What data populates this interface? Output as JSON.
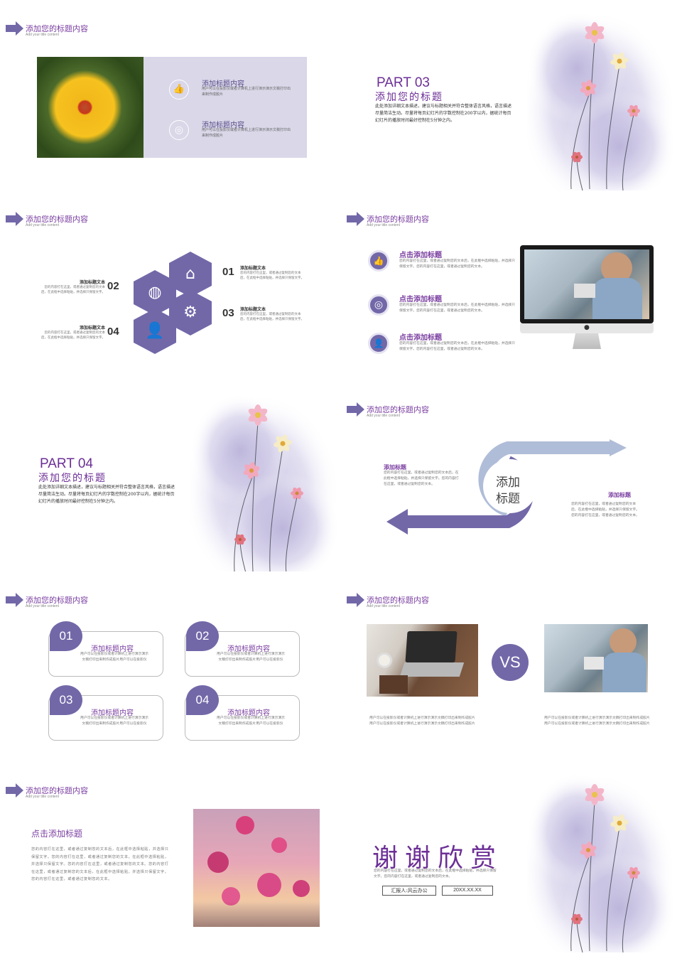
{
  "header": {
    "title": "添加您的标题内容",
    "subtitle": "Add your title content"
  },
  "colors": {
    "accent": "#7268a8",
    "title_purple": "#7a3ea0",
    "panel": "#d9d7e8"
  },
  "slide1": {
    "items": [
      {
        "icon": "thumbs-up-icon",
        "title": "添加标题内容",
        "text": "用户可以在投影仪或者计算机上进行演示演示文稿打印出来制作成胶片"
      },
      {
        "icon": "globe-icon",
        "title": "添加标题内容",
        "text": "用户可以在投影仪或者计算机上进行演示演示文稿打印出来制作成胶片"
      }
    ]
  },
  "slide2": {
    "part": "PART 03",
    "title": "添加您的标题",
    "desc": "此处添加详细文本描述，建议与标题相关并符合整体语言风格，语言描述尽量简洁生动。尽量将每页幻灯片的字数控制在200字以内，据统计每页幻灯片的播放时间最好控制在5分钟之内。"
  },
  "slide3": {
    "items": [
      {
        "num": "01",
        "title": "添加标题文本",
        "text": "您的内容打在这里，或者通过复制您的文本后，在此框中选择粘贴，并选择只保留文字。"
      },
      {
        "num": "02",
        "title": "添加标题文本",
        "text": "您的内容打在这里，或者通过复制您的文本后，在此框中选择粘贴，并选择只保留文字。"
      },
      {
        "num": "03",
        "title": "添加标题文本",
        "text": "您的内容打在这里，或者通过复制您的文本后，在此框中选择粘贴，并选择只保留文字。"
      },
      {
        "num": "04",
        "title": "添加标题文本",
        "text": "您的内容打在这里，或者通过复制您的文本后，在此框中选择粘贴，并选择只保留文字。"
      }
    ]
  },
  "slide4": {
    "items": [
      {
        "icon": "thumbs-up-icon",
        "title": "点击添加标题",
        "text": "您的内容打在这里，或者通过复制您的文本后，在此框中选择粘贴，并选择只保留文字。您的内容打在这里，或者通过复制您的文本。"
      },
      {
        "icon": "target-icon",
        "title": "点击添加标题",
        "text": "您的内容打在这里，或者通过复制您的文本后，在此框中选择粘贴，并选择只保留文字。您的内容打在这里，或者通过复制您的文本。"
      },
      {
        "icon": "user-icon",
        "title": "点击添加标题",
        "text": "您的内容打在这里，或者通过复制您的文本后，在此框中选择粘贴，并选择只保留文字。您的内容打在这里，或者通过复制您的文本。"
      }
    ]
  },
  "slide5": {
    "part": "PART 04",
    "title": "添加您的标题",
    "desc": "此处添加详细文本描述，建议与标题相关并符合整体语言风格，语言描述尽量简洁生动。尽量将每页幻灯片的字数控制在200字以内，据统计每页幻灯片的播放时间最好控制在5分钟之内。"
  },
  "slide6": {
    "center_line1": "添加",
    "center_line2": "标题",
    "left": {
      "title": "添加标题",
      "text": "您的内容打在这里，或者通过复制您的文本后，在此框中选择粘贴，并选择只保留文字。您的内容打在这里，或者通过复制您的文本。"
    },
    "right": {
      "title": "添加标题",
      "text": "您的内容打在这里，或者通过复制您的文本后，在此框中选择粘贴，并选择只保留文字。您的内容打在这里，或者通过复制您的文本。"
    }
  },
  "slide7": {
    "items": [
      {
        "num": "01",
        "title": "添加标题内容",
        "text": "用户可以在投影仪或者计算机上进行演示演示文稿打印出来制作成胶片用户可以在投影仪"
      },
      {
        "num": "02",
        "title": "添加标题内容",
        "text": "用户可以在投影仪或者计算机上进行演示演示文稿打印出来制作成胶片用户可以在投影仪"
      },
      {
        "num": "03",
        "title": "添加标题内容",
        "text": "用户可以在投影仪或者计算机上进行演示演示文稿打印出来制作成胶片用户可以在投影仪"
      },
      {
        "num": "04",
        "title": "添加标题内容",
        "text": "用户可以在投影仪或者计算机上进行演示演示文稿打印出来制作成胶片用户可以在投影仪"
      }
    ]
  },
  "slide8": {
    "vs": "VS",
    "left_text": "用户可以在投影仪或者计算机上进行演示演示文稿打印出来制作成胶片 用户可以在投影仪或者计算机上进行演示演示文稿打印出来制作成胶片",
    "right_text": "用户可以在投影仪或者计算机上进行演示演示文稿打印出来制作成胶片 用户可以在投影仪或者计算机上进行演示演示文稿打印出来制作成胶片"
  },
  "slide9": {
    "title": "点击添加标题",
    "text": "您的内容打在这里，或者通过复制您的文本后，在此框中选择粘贴，并选择只保留文字。您的内容打在这里，或者通过复制您的文本。在此框中选择粘贴，并选择只保留文字。您的内容打在这里，或者通过复制您的文本。您的内容打在这里，或者通过复制您的文本后，在此框中选择粘贴，并选择只保留文字。您的内容打在这里，或者通过复制您的文本。"
  },
  "slide10": {
    "title": "谢谢欣赏",
    "text": "您的内容打在这里，或者通过复制您的文本后，在此框中选择粘贴，并选择只保留文字。您的内容打在这里，或者通过复制您的文本。",
    "reporter": "汇报人:风云办公",
    "date": "20XX.XX.XX"
  }
}
